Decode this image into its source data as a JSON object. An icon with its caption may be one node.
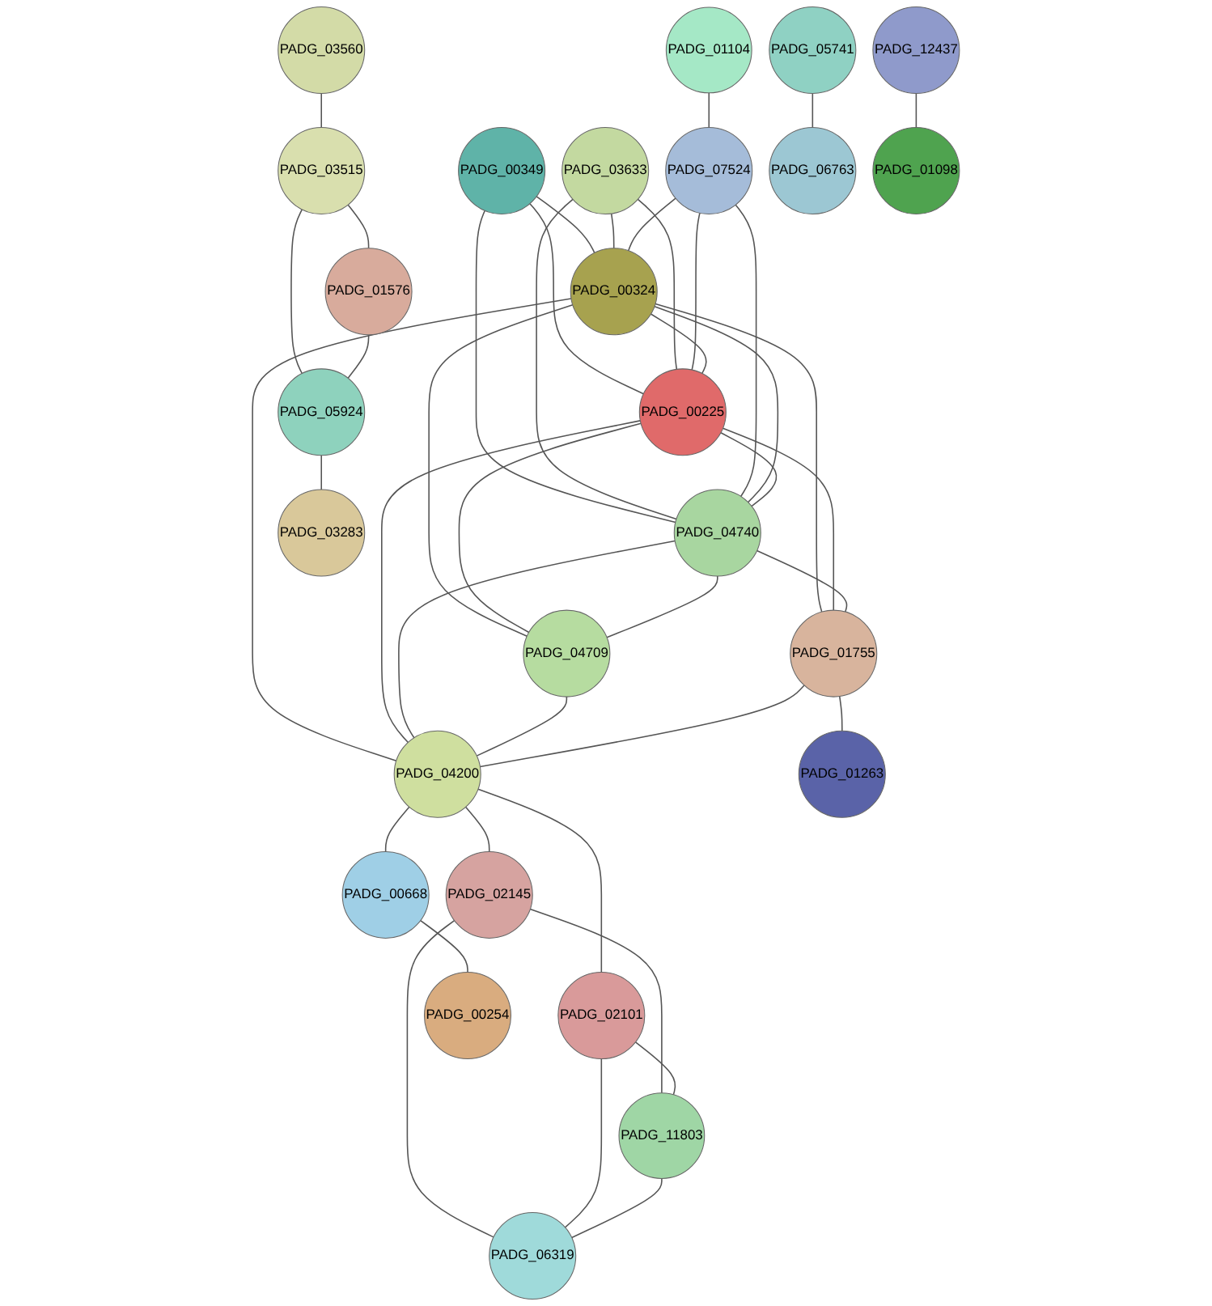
{
  "diagram": {
    "nodes": [
      {
        "text": [
          "PADG_00349"
        ]
      },
      {
        "text": [
          "PADG_01104"
        ]
      },
      {
        "text": [
          "PADG_03633"
        ]
      },
      {
        "text": [
          "PADG_07524"
        ]
      },
      {
        "text": [
          "PADG_03560"
        ]
      },
      {
        "text": [
          "PADG_03515"
        ]
      },
      {
        "text": [
          "PADG_01576"
        ]
      },
      {
        "text": [
          "PADG_04740"
        ]
      },
      {
        "text": [
          "PADG_00324"
        ]
      },
      {
        "text": [
          "PADG_00225"
        ]
      },
      {
        "text": [
          "PADG_05924"
        ]
      },
      {
        "text": [
          "PADG_04709"
        ]
      },
      {
        "text": [
          "PADG_03283"
        ]
      },
      {
        "text": [
          "PADG_01755"
        ]
      },
      {
        "text": [
          "PADG_04200"
        ]
      },
      {
        "text": [
          "PADG_01263"
        ]
      },
      {
        "text": [
          "PADG_00668"
        ]
      },
      {
        "text": [
          "PADG_02145"
        ]
      },
      {
        "text": [
          "PADG_05741"
        ]
      },
      {
        "text": [
          "PADG_06763"
        ]
      },
      {
        "text": [
          "PADG_00254"
        ]
      },
      {
        "text": [
          "PADG_02101"
        ]
      },
      {
        "text": [
          "PADG_11803"
        ]
      },
      {
        "text": [
          "PADG_06319"
        ]
      },
      {
        "text": [
          "PADG_12437"
        ]
      },
      {
        "text": [
          "PADG_01098"
        ]
      }
    ],
    "edges": [
      {
        "from": 0,
        "to": 8,
        "arrow": "none"
      },
      {
        "from": 0,
        "to": 9,
        "arrow": "none"
      },
      {
        "from": 0,
        "to": 7,
        "arrow": "none"
      },
      {
        "from": 1,
        "to": 3,
        "arrow": "none"
      },
      {
        "from": 2,
        "to": 8,
        "arrow": "none"
      },
      {
        "from": 2,
        "to": 7,
        "arrow": "none"
      },
      {
        "from": 2,
        "to": 9,
        "arrow": "none"
      },
      {
        "from": 3,
        "to": 8,
        "arrow": "none"
      },
      {
        "from": 3,
        "to": 9,
        "arrow": "none"
      },
      {
        "from": 3,
        "to": 7,
        "arrow": "none"
      },
      {
        "from": 8,
        "to": 7,
        "arrow": "none"
      },
      {
        "from": 8,
        "to": 9,
        "arrow": "none"
      },
      {
        "from": 8,
        "to": 13,
        "arrow": "none"
      },
      {
        "from": 8,
        "to": 14,
        "arrow": "none"
      },
      {
        "from": 8,
        "to": 11,
        "arrow": "none"
      },
      {
        "from": 9,
        "to": 7,
        "arrow": "none"
      },
      {
        "from": 9,
        "to": 13,
        "arrow": "none"
      },
      {
        "from": 9,
        "to": 14,
        "arrow": "none"
      },
      {
        "from": 9,
        "to": 11,
        "arrow": "none"
      },
      {
        "from": 7,
        "to": 13,
        "arrow": "none"
      },
      {
        "from": 7,
        "to": 14,
        "arrow": "none"
      },
      {
        "from": 7,
        "to": 11,
        "arrow": "none"
      },
      {
        "from": 11,
        "to": 14,
        "arrow": "none"
      },
      {
        "from": 13,
        "to": 14,
        "arrow": "none"
      },
      {
        "from": 13,
        "to": 15,
        "arrow": "none"
      },
      {
        "from": 14,
        "to": 16,
        "arrow": "none"
      },
      {
        "from": 14,
        "to": 21,
        "arrow": "none"
      },
      {
        "from": 14,
        "to": 17,
        "arrow": "none"
      },
      {
        "from": 16,
        "to": 20,
        "arrow": "none"
      },
      {
        "from": 17,
        "to": 22,
        "arrow": "none"
      },
      {
        "from": 17,
        "to": 23,
        "arrow": "none"
      },
      {
        "from": 21,
        "to": 22,
        "arrow": "none"
      },
      {
        "from": 21,
        "to": 23,
        "arrow": "none"
      },
      {
        "from": 22,
        "to": 23,
        "arrow": "none"
      },
      {
        "from": 4,
        "to": 5,
        "arrow": "none"
      },
      {
        "from": 5,
        "to": 6,
        "arrow": "none"
      },
      {
        "from": 5,
        "to": 10,
        "arrow": "none"
      },
      {
        "from": 6,
        "to": 10,
        "arrow": "none"
      },
      {
        "from": 10,
        "to": 12,
        "arrow": "none"
      },
      {
        "from": 18,
        "to": 19,
        "arrow": "none"
      },
      {
        "from": 24,
        "to": 25,
        "arrow": "none"
      }
    ]
  }
}
